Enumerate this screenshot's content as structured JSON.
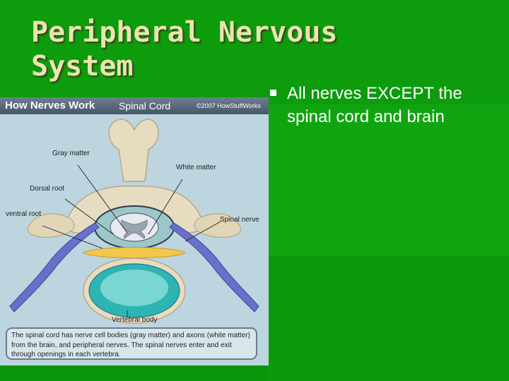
{
  "slide": {
    "title": "Peripheral Nervous System",
    "bullets": [
      "All nerves EXCEPT the spinal cord and brain"
    ]
  },
  "figure": {
    "brand": "How Nerves Work",
    "topic": "Spinal Cord",
    "copyright": "©2007 HowStuffWorks",
    "labels": {
      "gray_matter": "Gray matter",
      "white_matter": "White matter",
      "dorsal_root": "Dorsal root",
      "ventral_root": "ventral root",
      "spinal_nerve": "Spinal nerve",
      "vertebral_body": "Vertebral body"
    },
    "caption": "The spinal cord has nerve cell bodies (gray matter) and axons (white matter) from the brain, and peripheral nerves. The spinal nerves enter and exit through openings in each vertebra."
  },
  "colors": {
    "background": "#0a9a0a",
    "title": "#e6e6ad",
    "bullet_text": "#ffffff",
    "bone": "#e8dcc0",
    "nerve": "#6a6fc8",
    "disc": "#2fb4b4",
    "fat": "#f3c74a"
  }
}
